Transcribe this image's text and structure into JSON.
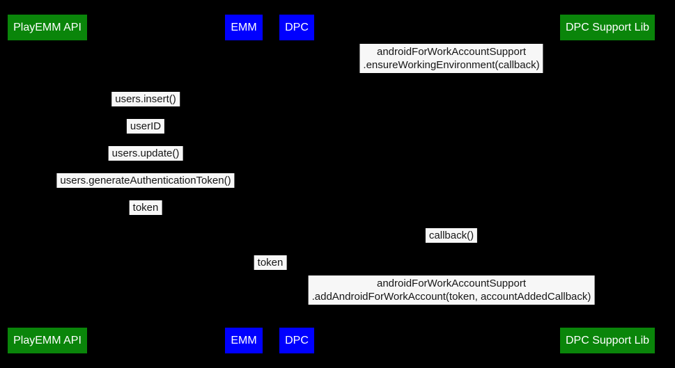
{
  "diagram": {
    "participants": {
      "playemm_api": {
        "label": "PlayEMM API",
        "color": "#0a850a"
      },
      "emm": {
        "label": "EMM",
        "color": "#0000ff"
      },
      "dpc": {
        "label": "DPC",
        "color": "#0000ff"
      },
      "dpc_support_lib": {
        "label": "DPC Support Lib",
        "color": "#0a850a"
      }
    },
    "messages": [
      {
        "lines": [
          "androidForWorkAccountSupport",
          ".ensureWorkingEnvironment(callback)"
        ]
      },
      {
        "lines": [
          "users.insert()"
        ]
      },
      {
        "lines": [
          "userID"
        ]
      },
      {
        "lines": [
          "users.update()"
        ]
      },
      {
        "lines": [
          "users.generateAuthenticationToken()"
        ]
      },
      {
        "lines": [
          "token"
        ]
      },
      {
        "lines": [
          "callback()"
        ]
      },
      {
        "lines": [
          "token"
        ]
      },
      {
        "lines": [
          "androidForWorkAccountSupport",
          ".addAndroidForWorkAccount(token, accountAddedCallback)"
        ]
      }
    ],
    "colors": {
      "background": "#000000",
      "message_bg": "#f7f7f7",
      "message_text": "#161616",
      "participant_text": "#ffffff"
    }
  }
}
